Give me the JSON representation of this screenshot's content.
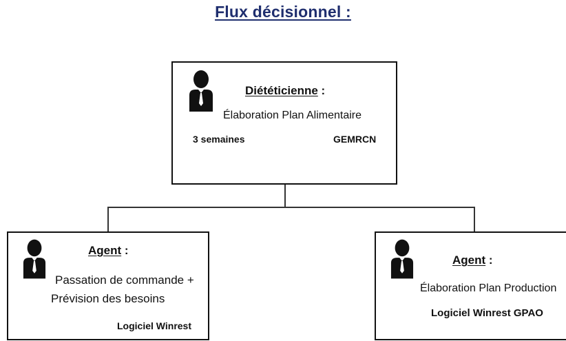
{
  "title": "Flux décisionnel :",
  "top_box": {
    "role": "Diététicienne",
    "role_suffix": " :",
    "task": "Élaboration Plan Alimentaire",
    "duration": "3 semaines",
    "reference": "GEMRCN",
    "icon": "person-icon"
  },
  "left_box": {
    "role": "Agent",
    "role_suffix": " :",
    "task_line1": "Passation de commande +",
    "task_line2": "Prévision des besoins",
    "software": "Logiciel Winrest",
    "icon": "person-icon"
  },
  "right_box": {
    "role": "Agent",
    "role_suffix": " :",
    "task": "Élaboration Plan Production",
    "software": "Logiciel  Winrest GPAO",
    "icon": "person-icon"
  }
}
